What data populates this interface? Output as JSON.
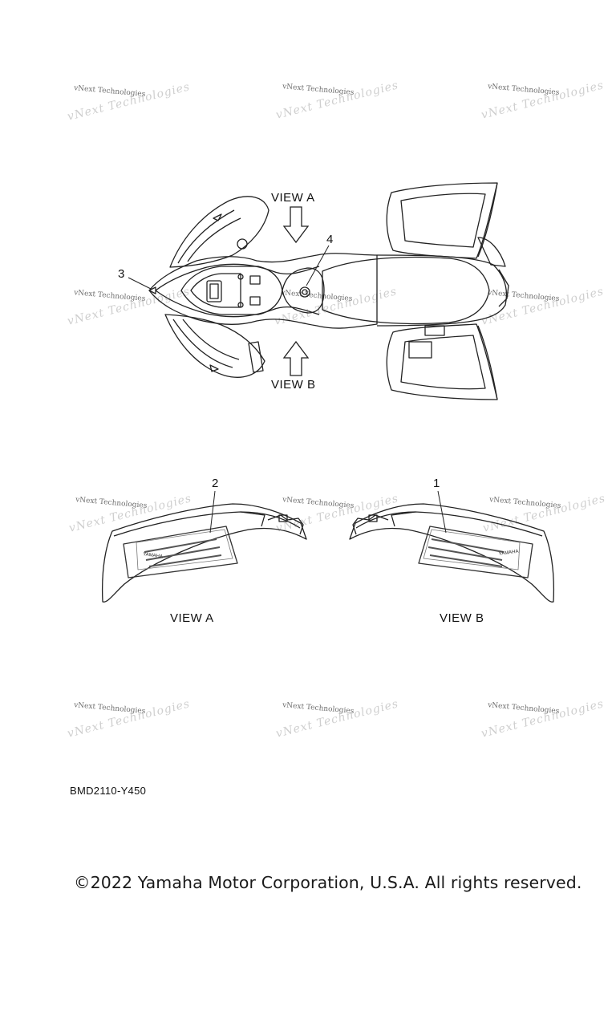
{
  "watermark": {
    "text": "vNext Technologies"
  },
  "view_labels": {
    "view_a_top": "VIEW A",
    "view_b_top": "VIEW B",
    "view_a_bottom": "VIEW A",
    "view_b_bottom": "VIEW B"
  },
  "callouts": {
    "c1": "1",
    "c2": "2",
    "c3": "3",
    "c4": "4"
  },
  "decal": {
    "brand": "YAMAHA"
  },
  "drawing_code": "BMD2110-Y450",
  "copyright": "©2022 Yamaha Motor Corporation, U.S.A. All rights reserved."
}
